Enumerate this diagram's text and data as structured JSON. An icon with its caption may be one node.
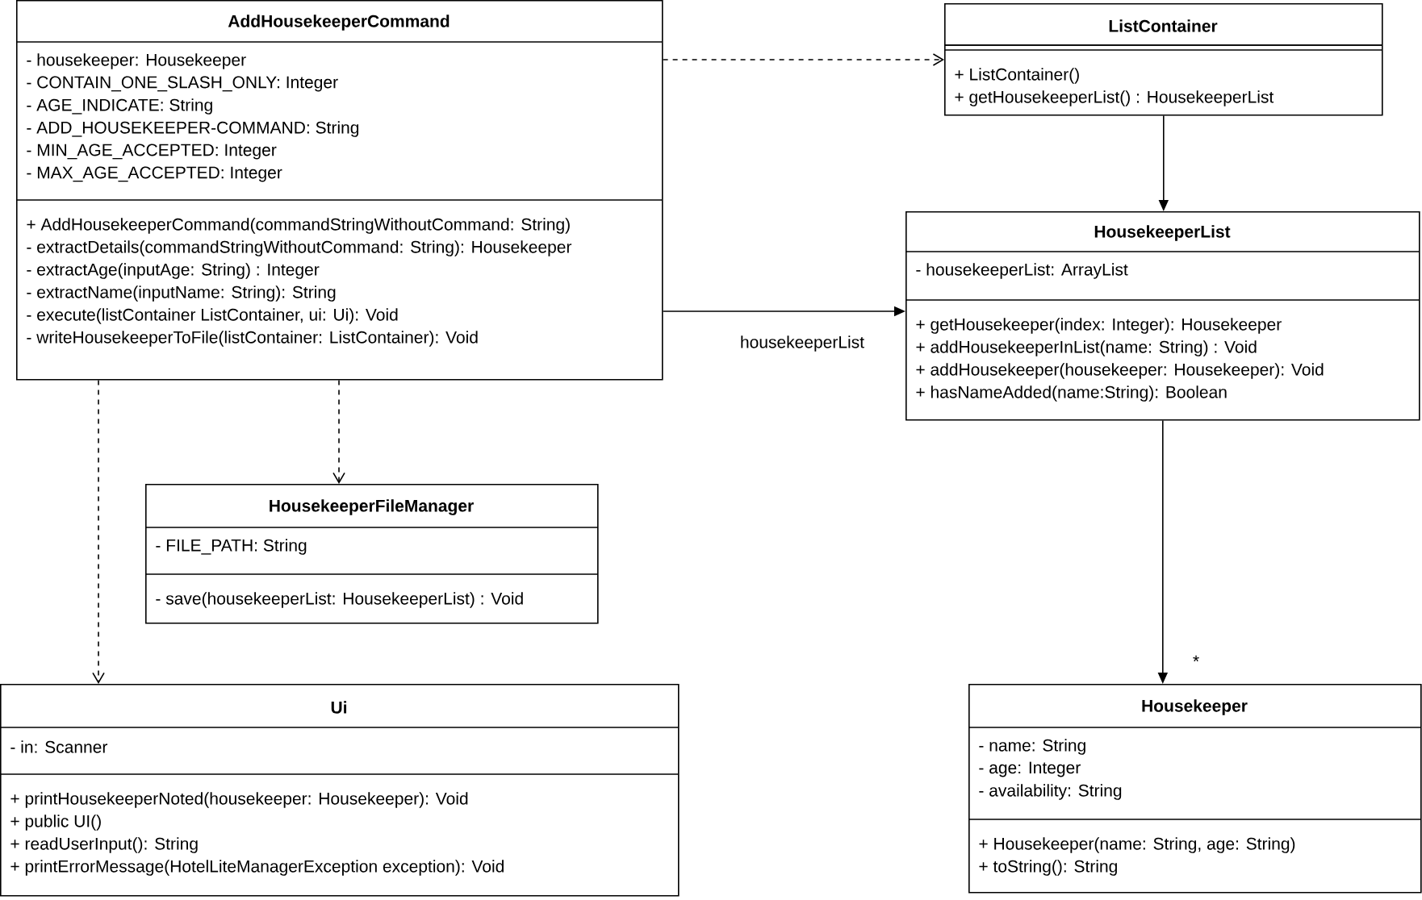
{
  "diagram": {
    "nodes": [
      {
        "text": [
          "AddHousekeeperCommand",
          "- housekeeper: Housekeeper",
          "- CONTAIN_ONE_SLASH_ONLY: Integer",
          "- AGE_INDICATE: String",
          "- ADD_HOUSEKEEPER-COMMAND: String",
          "- MIN_AGE_ACCEPTED: Integer",
          "- MAX_AGE_ACCEPTED: Integer",
          "+ AddHousekeeperCommand(commandStringWithoutCommand: String)",
          "- extractDetails(commandStringWithoutCommand: String): Housekeeper",
          "- extractAge(inputAge: String) : Integer",
          "- extractName(inputName: String): String",
          "- execute(listContainer ListContainer, ui: Ui): Void",
          "- writeHousekeeperToFile(listContainer: ListContainer): Void"
        ]
      },
      {
        "text": [
          "ListContainer",
          "+ ListContainer()",
          "+ getHousekeeperList() : HousekeeperList"
        ]
      },
      {
        "text": [
          "HousekeeperList",
          "- housekeeperList: ArrayList",
          "+ getHousekeeper(index: Integer): Housekeeper",
          "+ addHousekeeperInList(name: String) : Void",
          "+ addHousekeeper(housekeeper: Housekeeper): Void",
          "+ hasNameAdded(name:String): Boolean"
        ]
      },
      {
        "text": [
          "HousekeeperFileManager",
          "- FILE_PATH: String",
          "- save(housekeeperList: HousekeeperList) : Void"
        ]
      },
      {
        "text": [
          "Ui",
          "- in: Scanner",
          "+ printHousekeeperNoted(housekeeper: Housekeeper): Void",
          "+ public UI()",
          "+ readUserInput(): String",
          "+ printErrorMessage(HotelLiteManagerException exception): Void"
        ]
      },
      {
        "text": [
          "Housekeeper",
          "- name: String",
          "- age: Integer",
          "- availability: String",
          "+ Housekeeper(name: String, age: String)",
          "+ toString(): String"
        ]
      }
    ],
    "edges": [
      {
        "from": 0,
        "to": 1,
        "arrow": "to",
        "style": "dashed"
      },
      {
        "from": 1,
        "to": 2,
        "arrow": "to"
      },
      {
        "from": 0,
        "to": 2,
        "arrow": "to",
        "label": "housekeeperList"
      },
      {
        "from": 0,
        "to": 3,
        "arrow": "to",
        "style": "dashed"
      },
      {
        "from": 0,
        "to": 4,
        "arrow": "to",
        "style": "dashed"
      },
      {
        "from": 2,
        "to": 5,
        "arrow": "to",
        "label": "*"
      }
    ]
  }
}
